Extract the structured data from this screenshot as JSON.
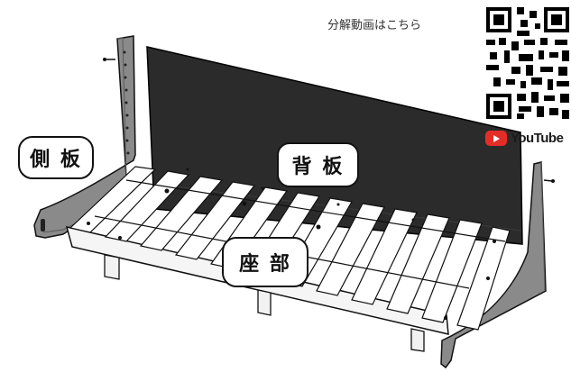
{
  "labels": {
    "side_panel": "側 板",
    "back_panel": "背 板",
    "seat_section": "座 部"
  },
  "qr_section": {
    "caption": "分解動画はこちら",
    "youtube_label": "YouTube"
  },
  "colors": {
    "board": "#2b2b2b",
    "side_panel": "#8a8a8a",
    "slat": "#ffffff",
    "youtube_red": "#e52d27"
  }
}
